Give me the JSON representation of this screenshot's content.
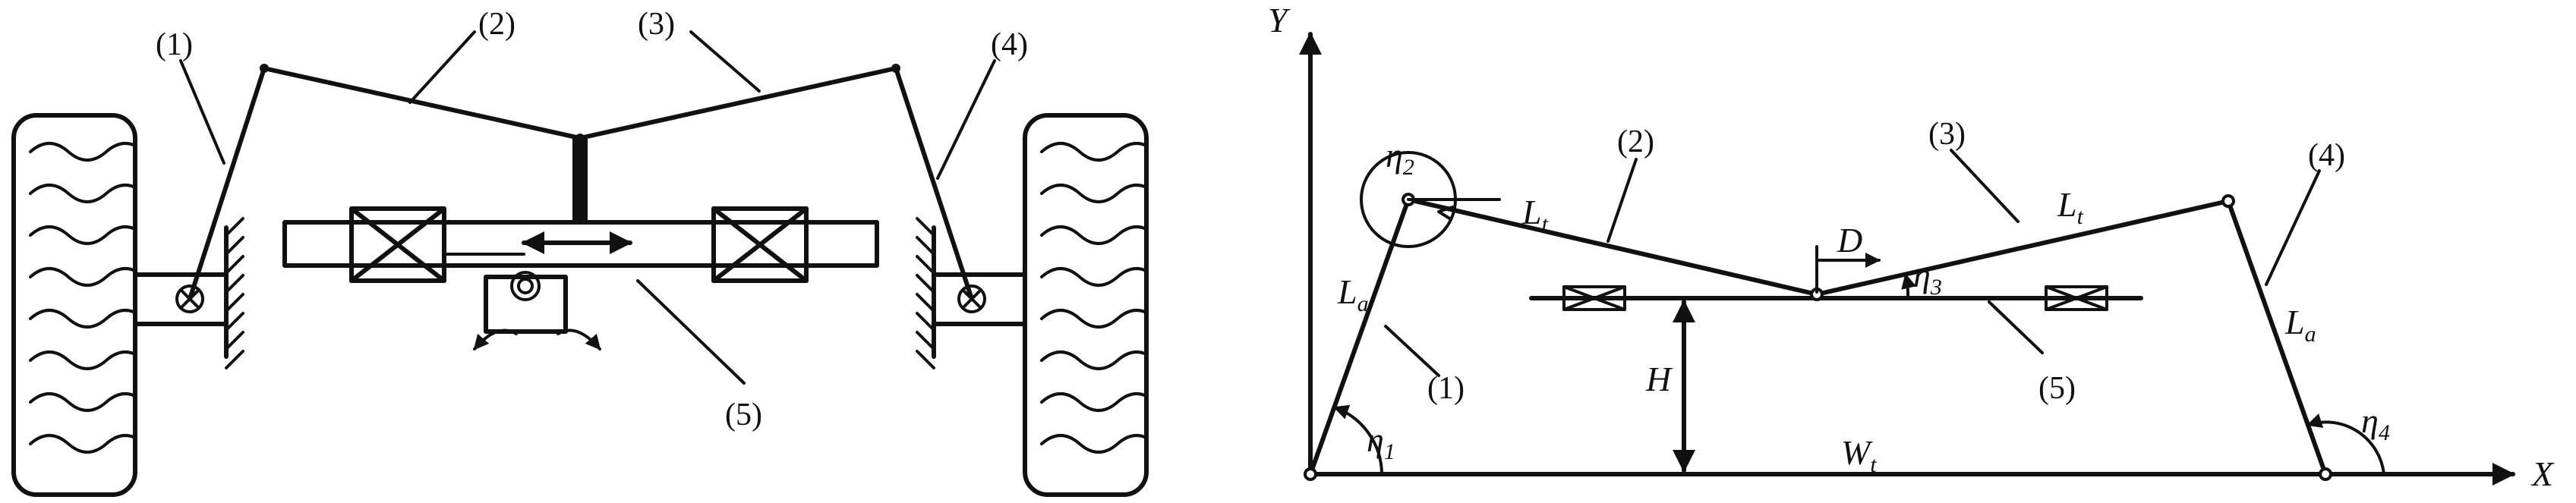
{
  "left_panel": {
    "part_labels": [
      "(1)",
      "(2)",
      "(3)",
      "(4)",
      "(5)"
    ]
  },
  "right_panel": {
    "axis_x": "X",
    "axis_y": "Y",
    "part_labels": [
      "(1)",
      "(2)",
      "(3)",
      "(4)",
      "(5)"
    ],
    "symbols": {
      "eta1": {
        "base": "η",
        "sub": "1"
      },
      "eta2": {
        "base": "η",
        "sub": "2"
      },
      "eta3": {
        "base": "η",
        "sub": "3"
      },
      "eta4": {
        "base": "η",
        "sub": "4"
      },
      "la_left": {
        "base": "L",
        "sub": "a"
      },
      "la_right": {
        "base": "L",
        "sub": "a"
      },
      "lt_left": {
        "base": "L",
        "sub": "t"
      },
      "lt_right": {
        "base": "L",
        "sub": "t"
      },
      "wt": {
        "base": "W",
        "sub": "t"
      },
      "h": "H",
      "d": "D"
    }
  }
}
